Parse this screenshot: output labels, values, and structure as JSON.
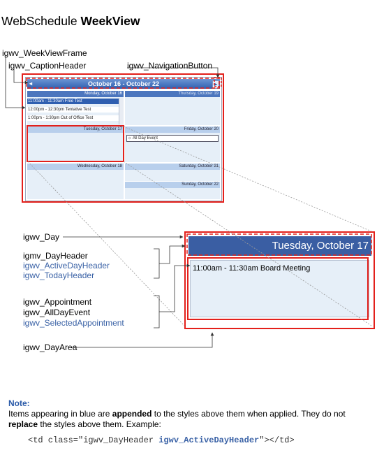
{
  "title": {
    "normal": "WebSchedule ",
    "bold": "WeekView"
  },
  "callouts": {
    "week_view_frame": "igwv_WeekViewFrame",
    "caption_header": "igwv_CaptionHeader",
    "navigation_button": "igwv_NavigationButton"
  },
  "small_calendar": {
    "caption": "October 16 - October 22",
    "days": [
      {
        "label": "Monday, October 16",
        "active": true
      },
      {
        "label": "Thursday, October 19"
      },
      {
        "label": "Tuesday, October 17"
      },
      {
        "label": "Friday, October 20"
      },
      {
        "label": "Wednesday, October 18"
      },
      {
        "label": "Saturday, October 21"
      },
      {
        "label": "Sunday, October 22"
      }
    ],
    "appointments": [
      {
        "text": "11:00am - 11:30am Free Test",
        "selected": true
      },
      {
        "text": "12:00pm - 12:30pm Tentative Test"
      },
      {
        "text": "1:00pm - 1:30pm Out of Office Test"
      }
    ],
    "all_day_event": "All Day Event"
  },
  "legend": {
    "day": "igwv_Day",
    "day_header": "igmv_DayHeader",
    "active_day_header": "igwv_ActiveDayHeader",
    "today_header": "igwv_TodayHeader",
    "appointment": "igwv_Appointment",
    "all_day_event": "igwv_AllDayEvent",
    "selected_appointment": "igwv_SelectedAppointment",
    "day_area": "igwv_DayArea"
  },
  "zoom": {
    "header": "Tuesday, October 17",
    "appointment": "11:00am - 11:30am Board Meeting"
  },
  "note": {
    "title": "Note:",
    "t1": "Items appearing in blue are ",
    "b1": "appended",
    "t2": " to the styles above them when applied. They do not ",
    "b2": "replace",
    "t3": " the styles above them. Example:",
    "code_pre": "<td class=\"igwv_DayHeader ",
    "code_bold": "igwv_ActiveDayHeader",
    "code_post": "\"></td>"
  },
  "colors": {
    "outline": "#e3201b",
    "header_blue": "#3a5ea3",
    "appended_blue": "#3a62a6"
  }
}
